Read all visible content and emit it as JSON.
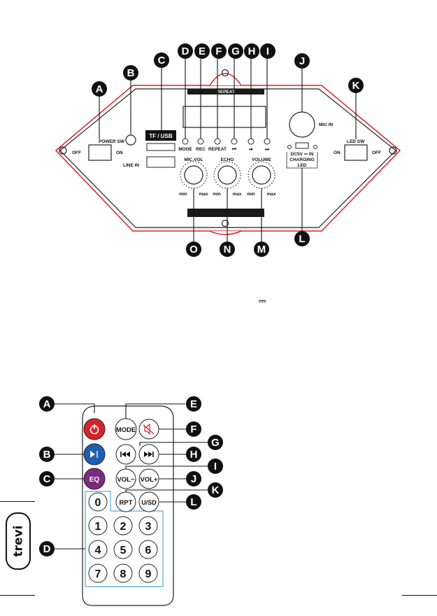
{
  "panel": {
    "callouts": [
      "A",
      "B",
      "C",
      "D",
      "E",
      "F",
      "G",
      "H",
      "I",
      "J",
      "K",
      "L",
      "M",
      "N",
      "O"
    ],
    "power_sw": "POWER SW",
    "off_left": "OFF",
    "on_left": "ON",
    "line_in": "LINE IN",
    "tf_usb": "TF / USB",
    "repeat_bar": "REPEAT",
    "mode": "MODE",
    "rec": "REC",
    "repeat": "REPEAT",
    "prev": "⏮",
    "play": "⏯",
    "next": "⏭",
    "mic_in": "MIC IN",
    "led_sw": "LED SW",
    "on_right": "ON",
    "off_right": "OFF",
    "dc_label": "DC5V ⎓ IN",
    "charging": "CHARGING",
    "led": "LED",
    "mic_vol": "MIC.VOL",
    "echo": "ECHO",
    "volume": "VOLUME",
    "min": "min",
    "max": "max"
  },
  "dc_symbol": "⎓",
  "remote": {
    "callouts": [
      "A",
      "B",
      "C",
      "D",
      "E",
      "F",
      "G",
      "H",
      "I",
      "J",
      "K",
      "L"
    ],
    "mode": "MODE",
    "eq": "EQ",
    "vol_minus": "VOL−",
    "vol_plus": "VOL+",
    "rpt": "RPT",
    "usd": "U/SD",
    "digits": [
      "0",
      "1",
      "2",
      "3",
      "4",
      "5",
      "6",
      "7",
      "8",
      "9"
    ]
  },
  "brand": "trevi",
  "colors": {
    "power_red": "#d8232a",
    "play_blue": "#1e5fb4",
    "eq_purple": "#7b2a7e",
    "outline_red": "#d8232a",
    "digit_box_blue": "#5aa8d8"
  }
}
